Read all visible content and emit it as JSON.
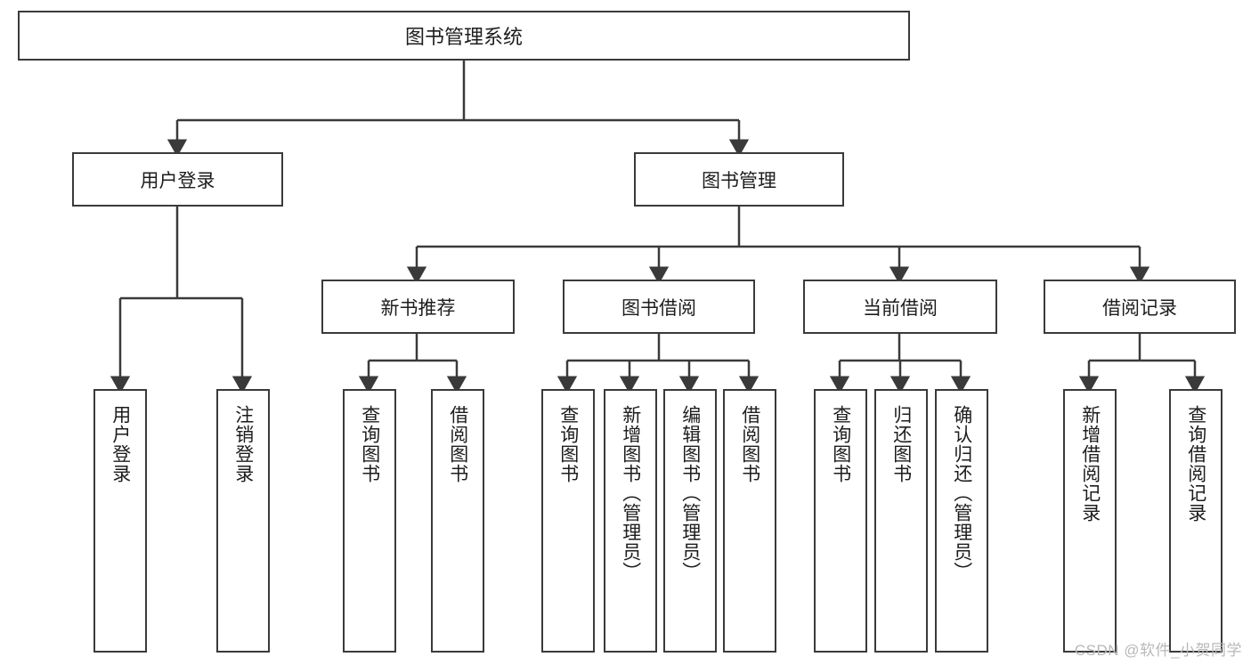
{
  "diagram": {
    "title": "图书管理系统",
    "root": {
      "label": "图书管理系统"
    },
    "tier1": [
      {
        "label": "用户登录"
      },
      {
        "label": "图书管理"
      }
    ],
    "tier2": [
      {
        "label": "新书推荐"
      },
      {
        "label": "图书借阅"
      },
      {
        "label": "当前借阅"
      },
      {
        "label": "借阅记录"
      }
    ],
    "leaves": [
      {
        "label": "用户登录",
        "parent": "用户登录"
      },
      {
        "label": "注销登录",
        "parent": "用户登录"
      },
      {
        "label": "查询图书",
        "parent": "新书推荐"
      },
      {
        "label": "借阅图书",
        "parent": "新书推荐"
      },
      {
        "label": "查询图书",
        "parent": "图书借阅"
      },
      {
        "label": "新增图书（管理员）",
        "parent": "图书借阅"
      },
      {
        "label": "编辑图书（管理员）",
        "parent": "图书借阅"
      },
      {
        "label": "借阅图书",
        "parent": "图书借阅"
      },
      {
        "label": "查询图书",
        "parent": "当前借阅"
      },
      {
        "label": "归还图书",
        "parent": "当前借阅"
      },
      {
        "label": "确认归还（管理员）",
        "parent": "当前借阅"
      },
      {
        "label": "新增借阅记录",
        "parent": "借阅记录"
      },
      {
        "label": "查询借阅记录",
        "parent": "借阅记录"
      }
    ]
  },
  "watermark": {
    "text": "CSDN @软件_小贺同学"
  },
  "colors": {
    "stroke": "#3a3a3a",
    "text": "#1d1d1d",
    "background": "#ffffff",
    "watermark": "#b8b8b8"
  }
}
